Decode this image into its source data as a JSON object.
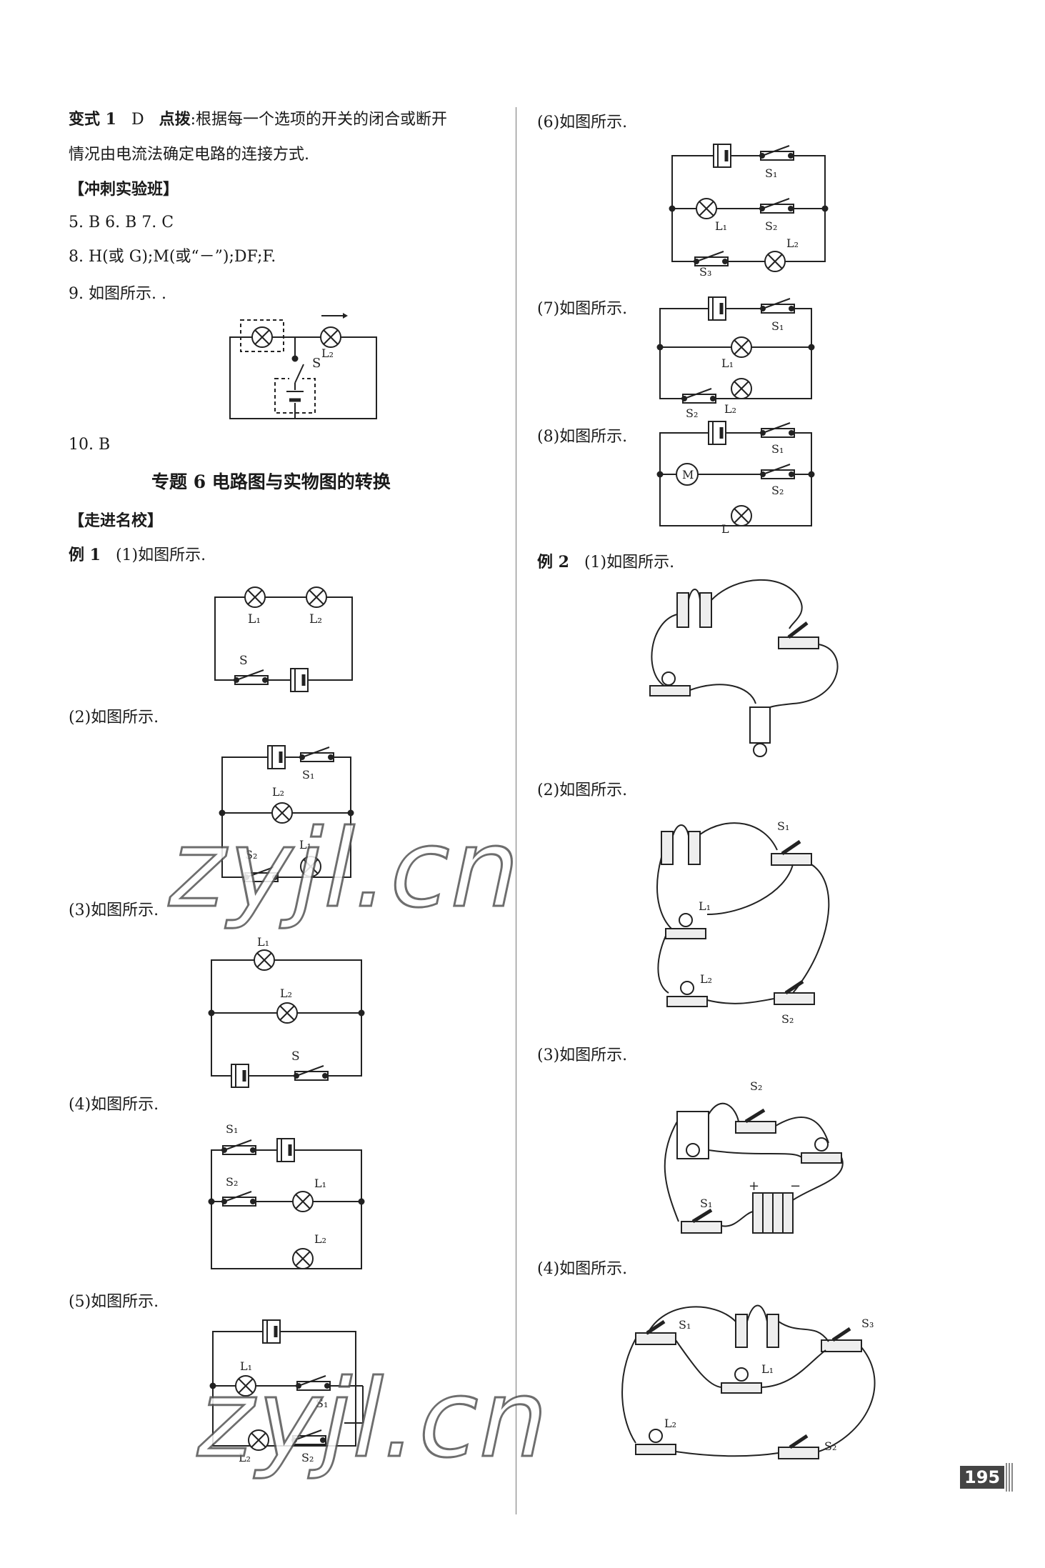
{
  "left": {
    "variant_label": "变式 1",
    "variant_answer": "D",
    "hint_label": "点拨",
    "hint_line1": ":根据每一个选项的开关的闭合或断开",
    "hint_line2": "情况由电流法确定电路的连接方式.",
    "sprint_header": "【冲刺实验班】",
    "ans_567": "5. B  6. B  7. C",
    "ans_8": "8. H(或 G);M(或“－”);DF;F.",
    "ans_9": "9. 如图所示. .",
    "ans_10": "10. B",
    "topic_title": "专题 6   电路图与实物图的转换",
    "school_header": "【走进名校】",
    "ex1_label": "例 1",
    "ex1_item1": "(1)如图所示.",
    "item2": "(2)如图所示.",
    "item3": "(3)如图所示.",
    "item4": "(4)如图所示.",
    "item5": "(5)如图所示."
  },
  "right": {
    "item6": "(6)如图所示.",
    "item7": "(7)如图所示.",
    "item8": "(8)如图所示.",
    "ex2_label": "例 2",
    "ex2_item1": "(1)如图所示.",
    "ex2_item2": "(2)如图所示.",
    "ex2_item3": "(3)如图所示.",
    "ex2_item4": "(4)如图所示."
  },
  "labels": {
    "L": "L",
    "L1": "L₁",
    "L2": "L₂",
    "S": "S",
    "S1": "S₁",
    "S2": "S₂",
    "S3": "S₃",
    "M": "M",
    "plus": "+",
    "minus": "−"
  },
  "watermark": "zyjl.cn",
  "page_number": "195"
}
